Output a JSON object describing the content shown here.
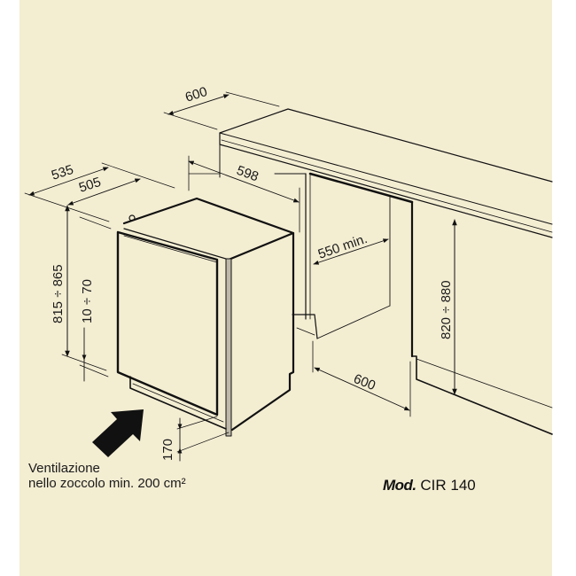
{
  "diagram": {
    "title": "Built-in under-counter refrigerator installation dimensions",
    "background_color": "#f3edd2",
    "line_color": "#111111",
    "dimensions": {
      "worktop_depth": "600",
      "appliance_depth_total": "535",
      "appliance_depth_body": "505",
      "niche_width": "598",
      "niche_depth_min": "550 min.",
      "cabinet_depth": "600",
      "appliance_height": "815 ÷ 865",
      "plinth_adjustment": "10 ÷ 70",
      "niche_height": "820 ÷ 880",
      "plinth_height": "170"
    },
    "ventilation_note": {
      "line1": "Ventilazione",
      "line2": "nello zoccolo min. 200 cm²"
    },
    "model": {
      "prefix": "Mod.",
      "name": "CIR 140"
    },
    "icons": {
      "airflow_arrow": "ventilation-arrow-icon"
    }
  }
}
